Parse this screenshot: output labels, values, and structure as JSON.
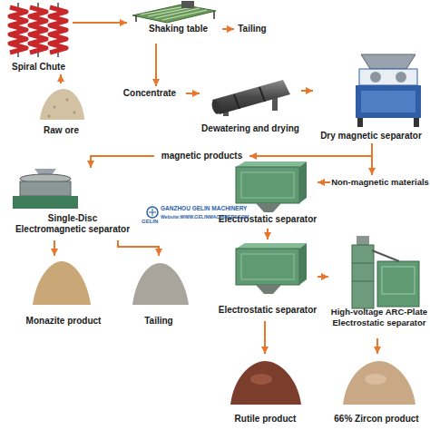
{
  "diagram": {
    "nodes": [
      {
        "text": [
          "Spiral Chute"
        ]
      },
      {
        "text": [
          "Shaking table"
        ]
      },
      {
        "text": [
          "Tailing"
        ]
      },
      {
        "text": [
          "Raw ore"
        ]
      },
      {
        "text": [
          "Concentrate"
        ]
      },
      {
        "text": [
          "Dewatering and drying"
        ]
      },
      {
        "text": [
          "Dry magnetic separator"
        ]
      },
      {
        "text": [
          "magnetic products"
        ]
      },
      {
        "text": [
          "Non-magnetic materials"
        ]
      },
      {
        "text": [
          "Single-Disc Electromagnetic separator"
        ]
      },
      {
        "text": [
          "Electrostatic separator"
        ]
      },
      {
        "text": [
          "Monazite product"
        ]
      },
      {
        "text": [
          "Tailing"
        ]
      },
      {
        "text": [
          "Electrostatic separator"
        ]
      },
      {
        "text": [
          "High-voltage ARC-Plate Electrostatic separator"
        ]
      },
      {
        "text": [
          "Rutile product"
        ]
      },
      {
        "text": [
          "66% Zircon product"
        ]
      }
    ],
    "edges": [
      {
        "from": 3,
        "to": 0,
        "arrow": "to"
      },
      {
        "from": 0,
        "to": 1,
        "arrow": "to"
      },
      {
        "from": 1,
        "to": 2,
        "arrow": "to"
      },
      {
        "from": 1,
        "to": 4,
        "arrow": "to"
      },
      {
        "from": 4,
        "to": 5,
        "arrow": "to"
      },
      {
        "from": 5,
        "to": 6,
        "arrow": "to"
      },
      {
        "from": 6,
        "to": 7,
        "arrow": "to"
      },
      {
        "from": 6,
        "to": 8,
        "arrow": "to"
      },
      {
        "from": 7,
        "to": 9,
        "arrow": "to"
      },
      {
        "from": 8,
        "to": 10,
        "arrow": "to"
      },
      {
        "from": 9,
        "to": 11,
        "arrow": "to"
      },
      {
        "from": 9,
        "to": 12,
        "arrow": "to"
      },
      {
        "from": 10,
        "to": 13,
        "arrow": "to"
      },
      {
        "from": 13,
        "to": 14,
        "arrow": "to"
      },
      {
        "from": 13,
        "to": 15,
        "arrow": "to"
      },
      {
        "from": 14,
        "to": 16,
        "arrow": "to"
      }
    ],
    "labels": [
      "GANZHOU GELIN MACHINERY",
      "GELIN",
      "Website:WWW.GELINMACHINERY.COM"
    ]
  }
}
